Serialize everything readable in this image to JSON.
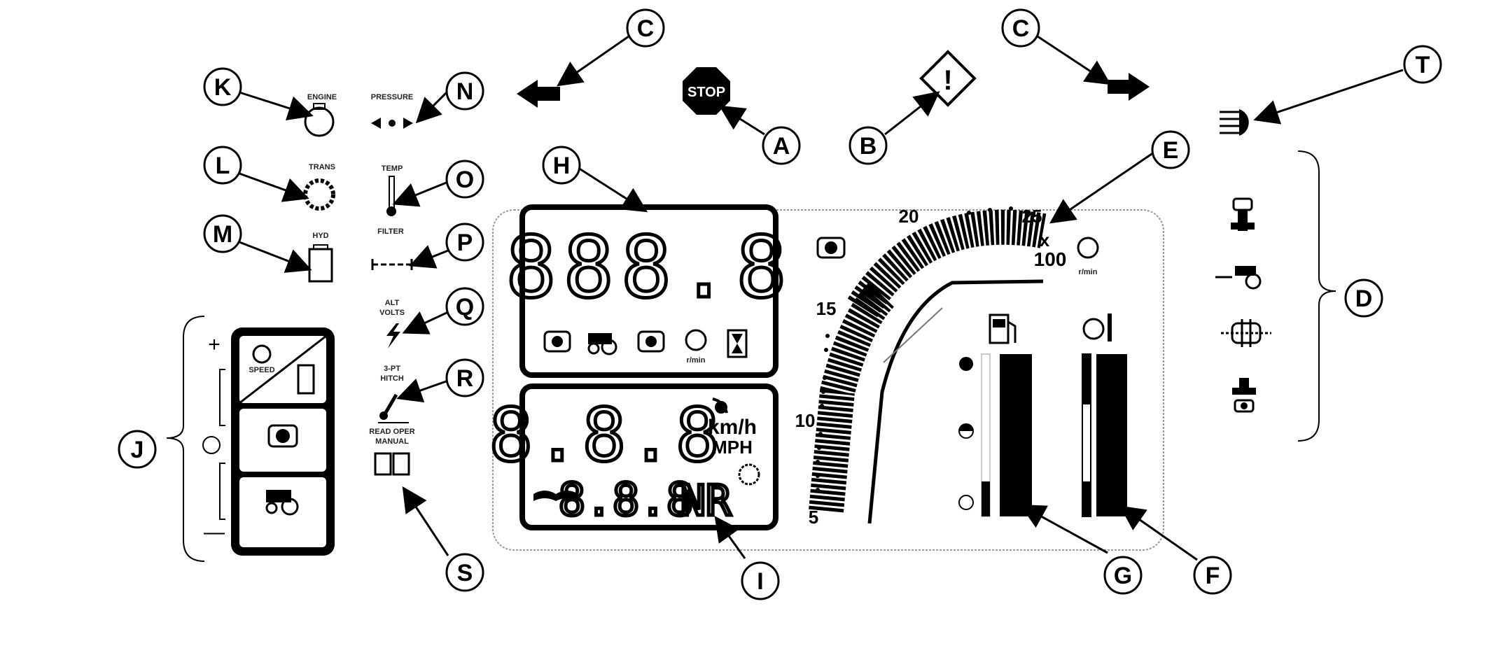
{
  "callouts": {
    "A": "A",
    "B": "B",
    "C_left": "C",
    "C_right": "C",
    "D": "D",
    "E": "E",
    "F": "F",
    "G": "G",
    "H": "H",
    "I": "I",
    "J": "J",
    "K": "K",
    "L": "L",
    "M": "M",
    "N": "N",
    "O": "O",
    "P": "P",
    "Q": "Q",
    "R": "R",
    "S": "S",
    "T": "T"
  },
  "stop_sign": {
    "label": "STOP"
  },
  "warning_sign": {
    "label": "!"
  },
  "indicators": {
    "engine": "ENGINE",
    "pressure": "PRESSURE",
    "trans": "TRANS",
    "temp": "TEMP",
    "hyd": "HYD",
    "filter": "FILTER",
    "alt_volts_1": "ALT",
    "alt_volts_2": "VOLTS",
    "three_pt_hitch_1": "3-PT",
    "three_pt_hitch_2": "HITCH",
    "read_manual_1": "READ OPER",
    "read_manual_2": "MANUAL"
  },
  "upper_display": {
    "digits": "888.8",
    "rpm_unit": "r/min"
  },
  "lower_display": {
    "speed_digits": "8.8.8",
    "speed_unit_1": "km/h",
    "speed_unit_2": "MPH",
    "range_digits": "8.8.8",
    "range_suffix": "NR"
  },
  "tachometer": {
    "ticks": [
      "5",
      "10",
      "15",
      "20",
      "25"
    ],
    "multiplier_1": "x",
    "multiplier_2": "100",
    "unit": "r/min"
  },
  "control_panel": {
    "plus": "+",
    "minus": "—",
    "speed_label": "SPEED"
  },
  "colors": {
    "ink": "#000000",
    "panel_border": "#9a9a9a",
    "background": "#ffffff"
  }
}
